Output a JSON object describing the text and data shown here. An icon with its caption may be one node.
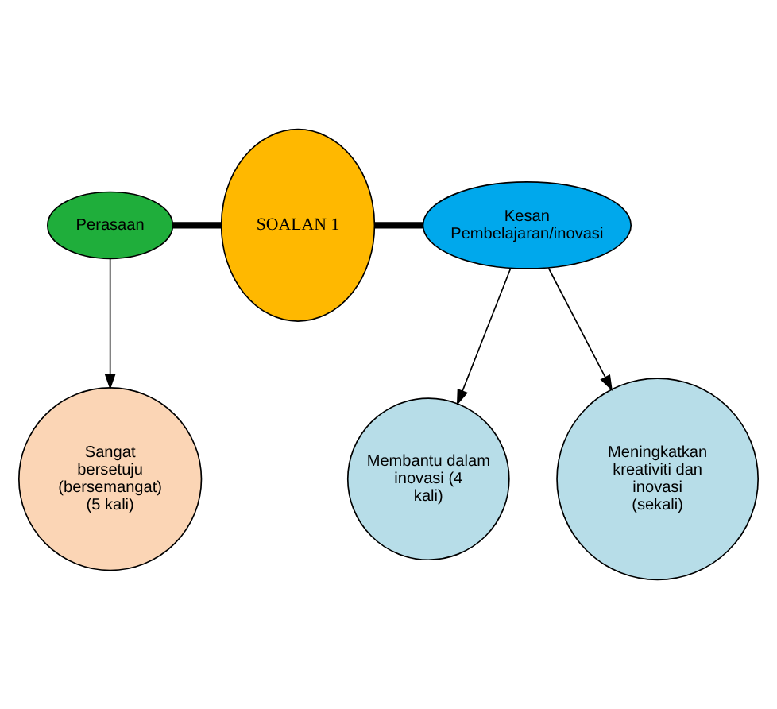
{
  "diagram": {
    "nodes": [
      {
        "text": [
          "Perasaan"
        ]
      },
      {
        "text": [
          "SOALAN 1"
        ]
      },
      {
        "text": [
          "Kesan Pembelajaran/inovasi"
        ]
      },
      {
        "text": [
          "Sangat bersetuju (bersemangat) (5 kali)"
        ]
      },
      {
        "text": [
          "Membantu dalam inovasi (4 kali)"
        ]
      },
      {
        "text": [
          "Meningkatkan kreativiti dan inovasi (sekali)"
        ]
      }
    ],
    "edges": [
      {
        "from": 0,
        "to": 1,
        "arrow": "none",
        "style": "thick"
      },
      {
        "from": 1,
        "to": 2,
        "arrow": "none",
        "style": "thick"
      },
      {
        "from": 0,
        "to": 3,
        "arrow": "to"
      },
      {
        "from": 2,
        "to": 4,
        "arrow": "to"
      },
      {
        "from": 2,
        "to": 5,
        "arrow": "to"
      }
    ]
  }
}
